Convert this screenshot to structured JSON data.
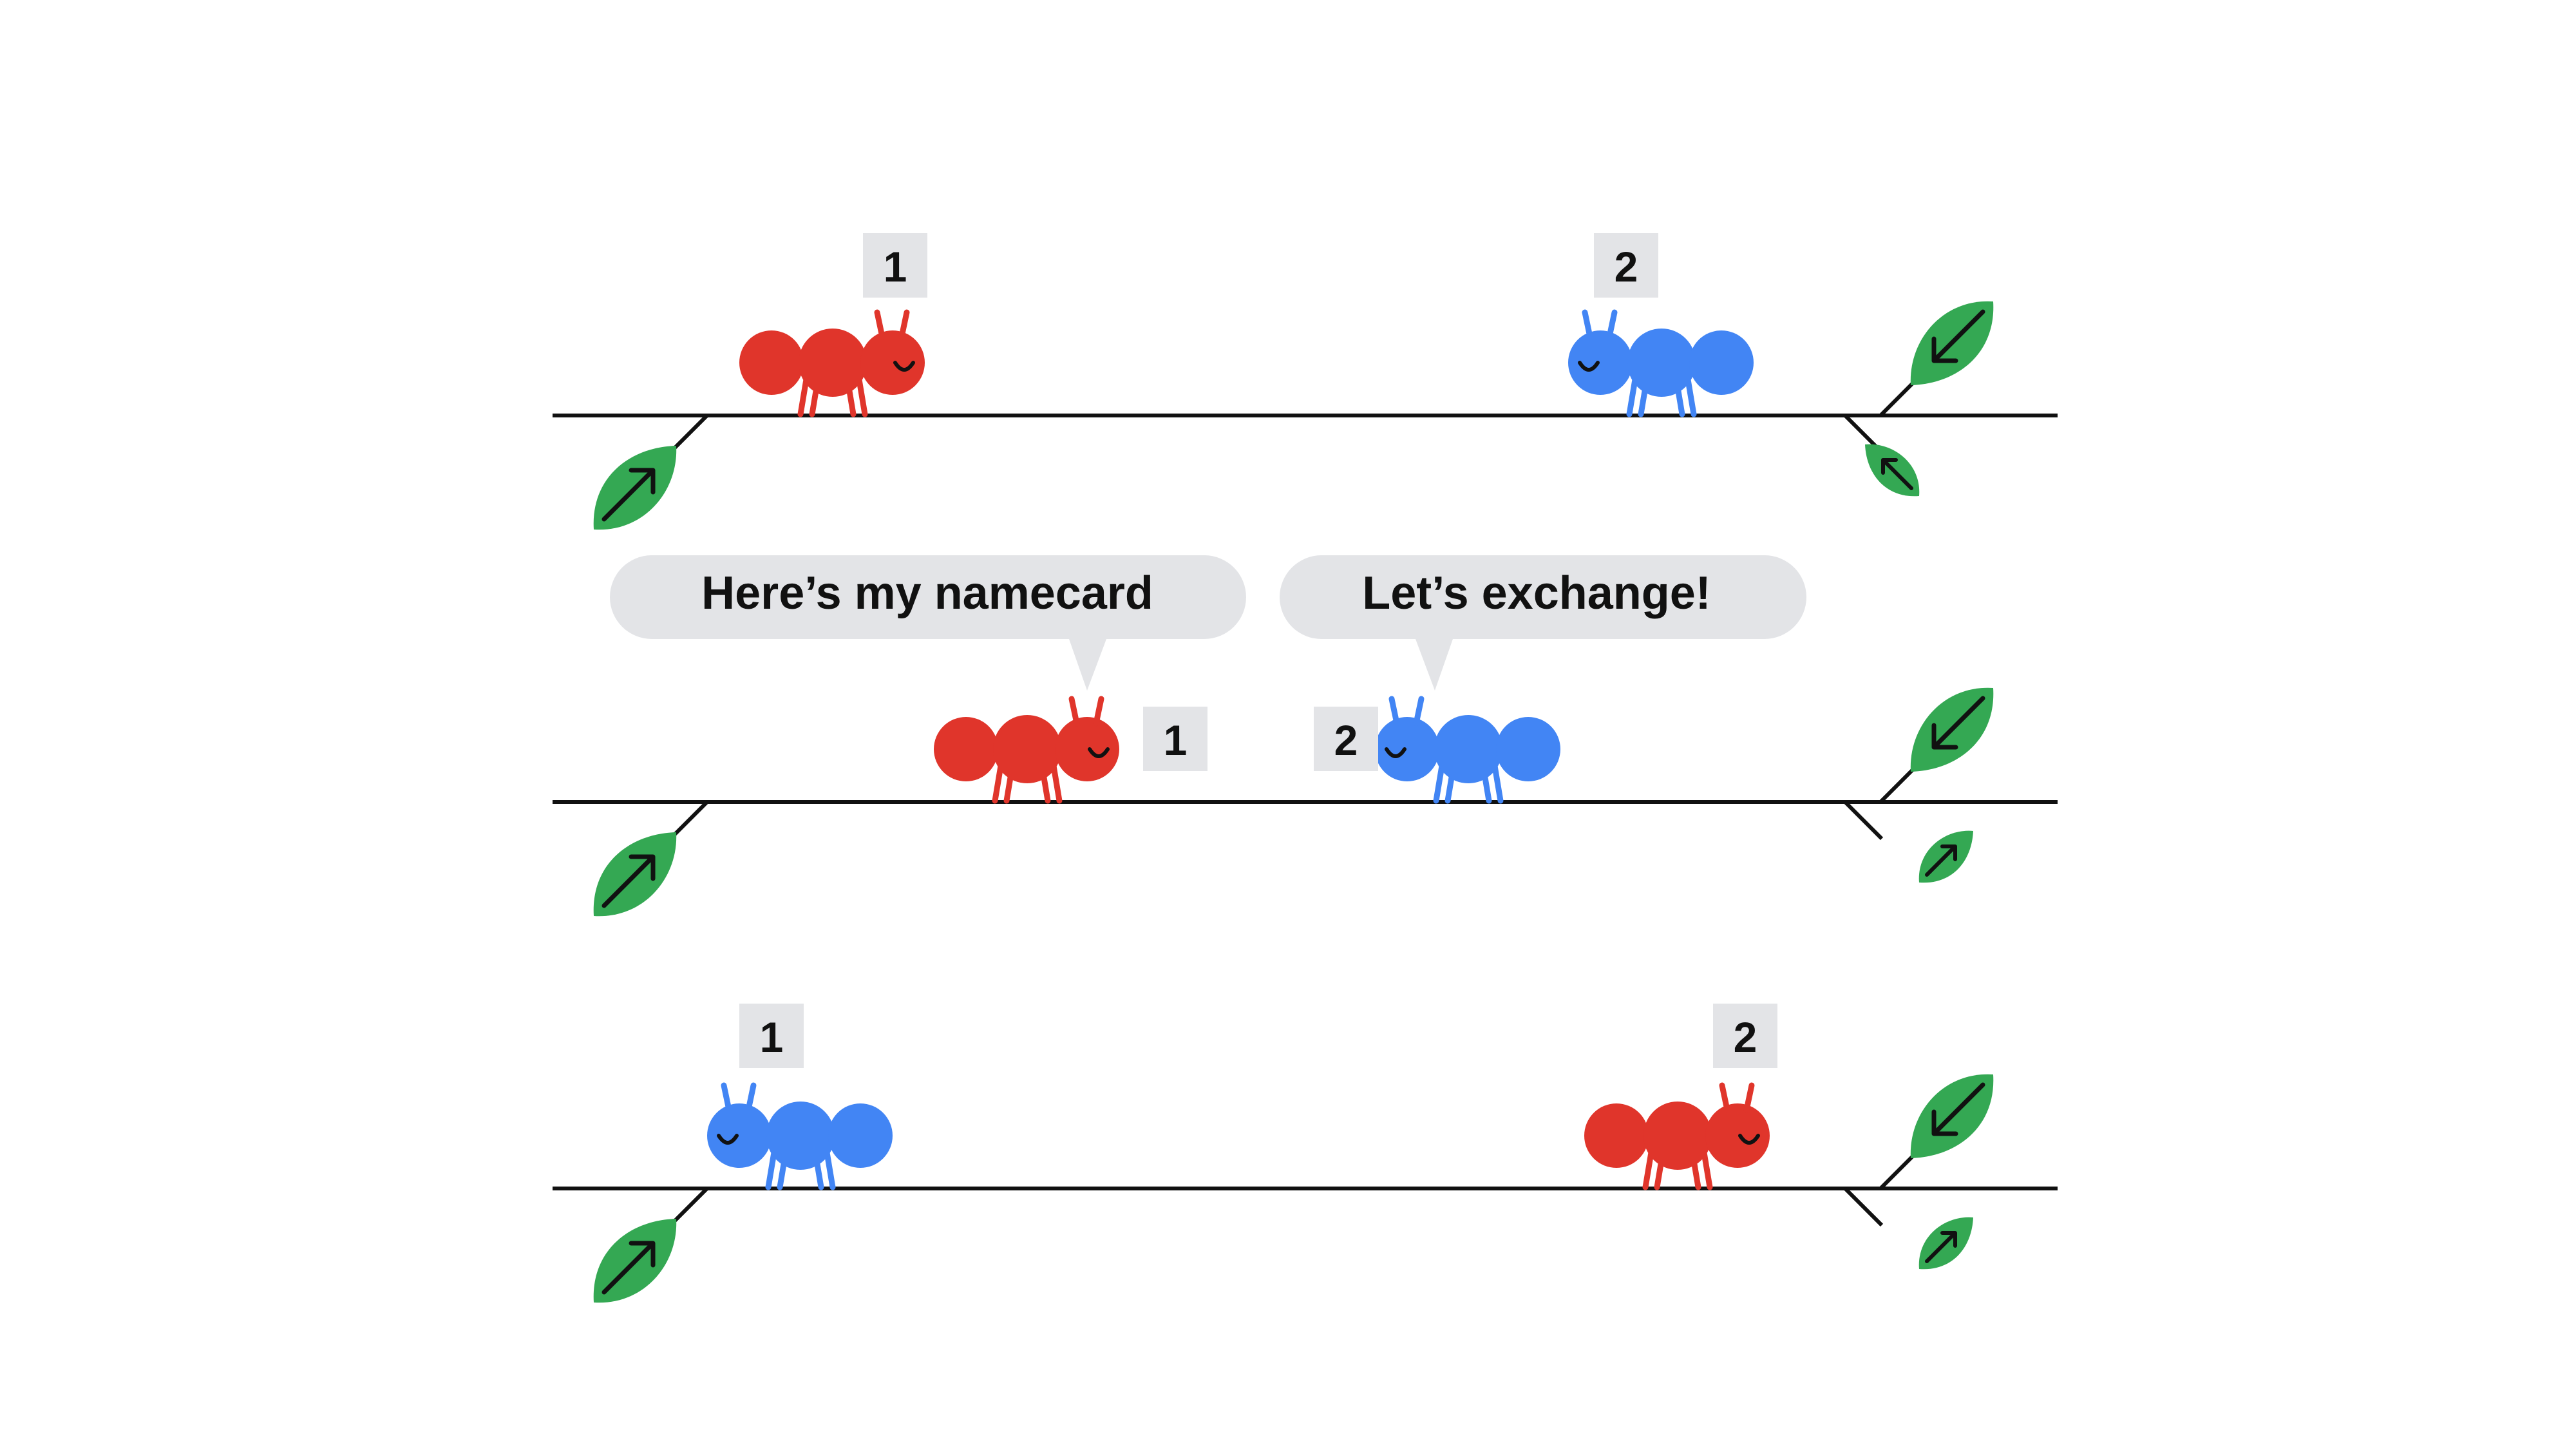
{
  "colors": {
    "red_ant": "#E0352B",
    "blue_ant": "#4285F4",
    "leaf": "#34A853",
    "line": "#111111",
    "tag_bg": "#E3E4E7",
    "bubble_bg": "#E3E4E7"
  },
  "rows": [
    {
      "ants": [
        {
          "color": "red",
          "facing": "right",
          "tag": "1"
        },
        {
          "color": "blue",
          "facing": "left",
          "tag": "2"
        }
      ]
    },
    {
      "ants": [
        {
          "color": "red",
          "facing": "right",
          "tag": "1"
        },
        {
          "color": "blue",
          "facing": "left",
          "tag": "2"
        }
      ],
      "speech": [
        {
          "speaker": "red",
          "text": "Here’s my namecard"
        },
        {
          "speaker": "blue",
          "text": "Let’s exchange!"
        }
      ]
    },
    {
      "ants": [
        {
          "color": "blue",
          "facing": "left",
          "tag": "1"
        },
        {
          "color": "red",
          "facing": "right",
          "tag": "2"
        }
      ]
    }
  ]
}
